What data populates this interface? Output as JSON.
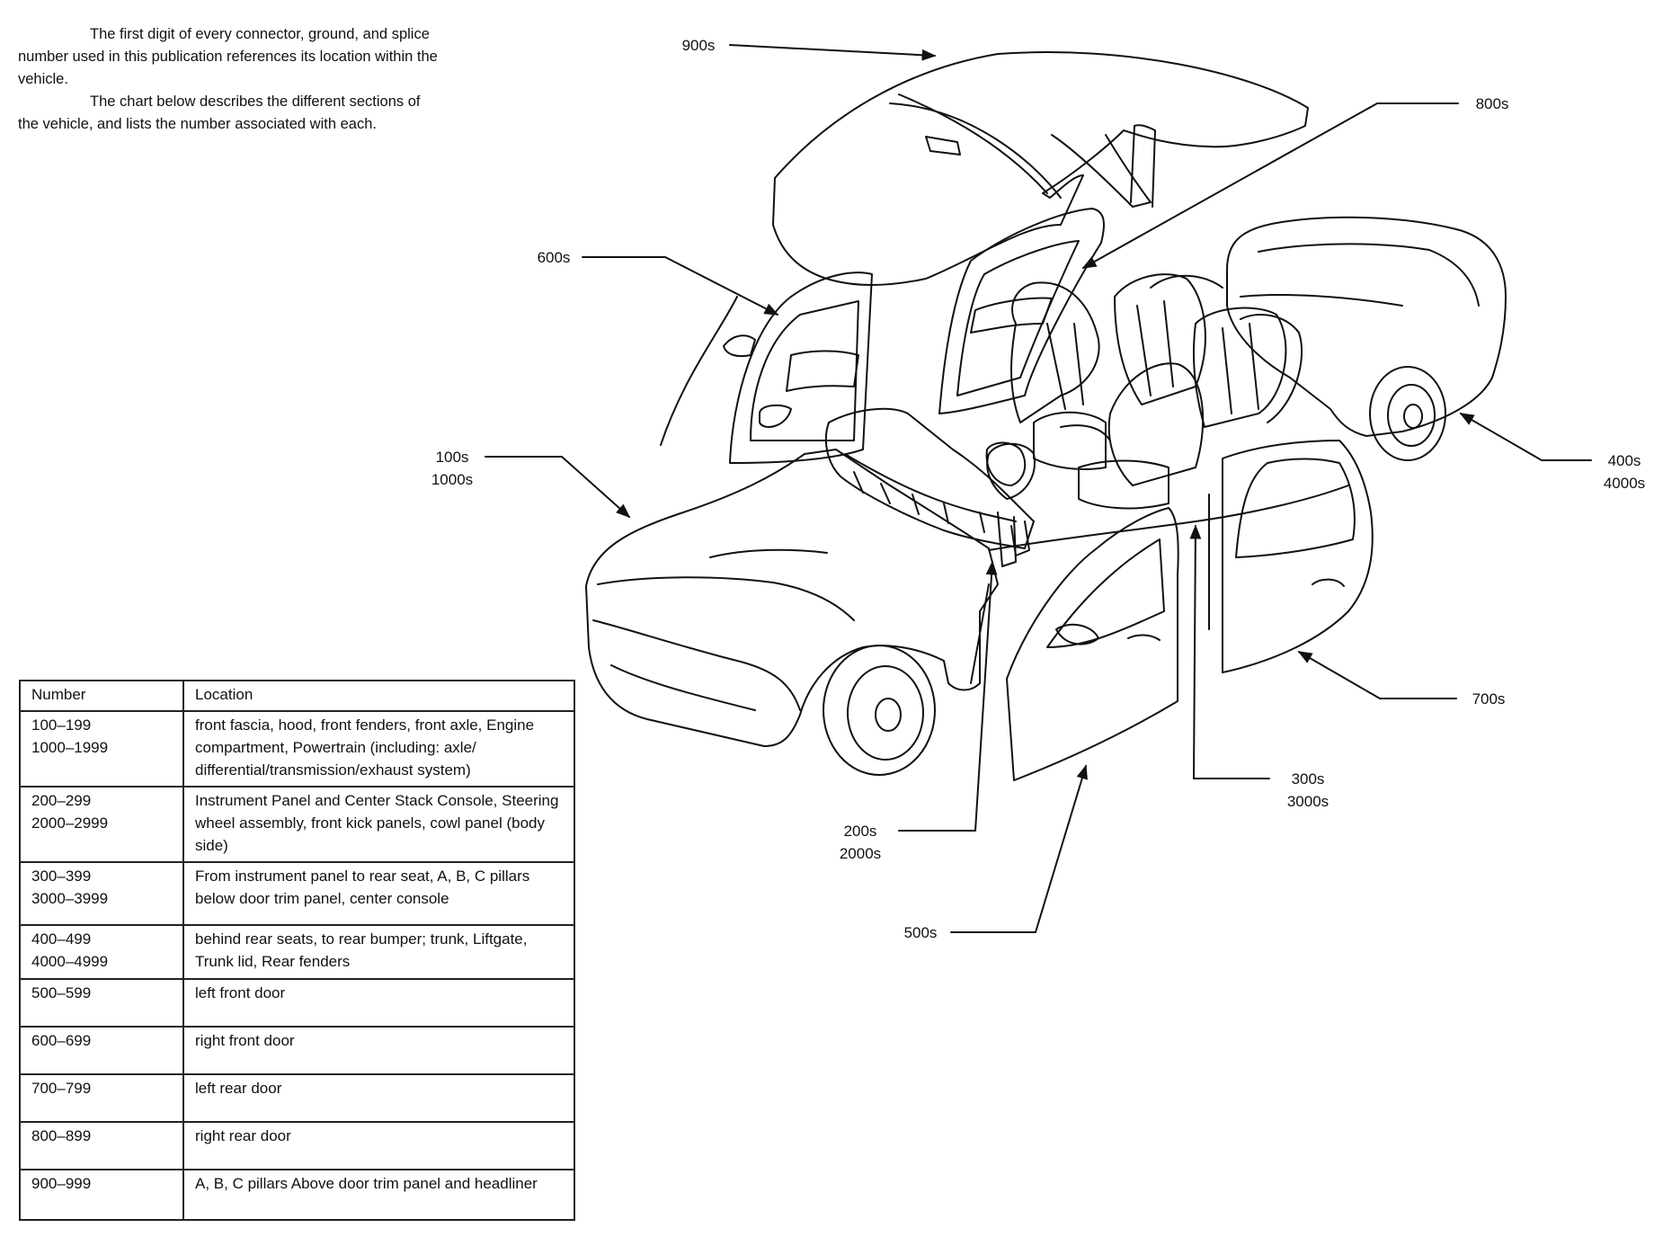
{
  "intro": {
    "paragraph1": "The first digit of every connector, ground, and splice number used in this publication references its location within the vehicle.",
    "paragraph2": "The chart below describes the different sections of the vehicle, and lists the number associated with each."
  },
  "table": {
    "headers": [
      "Number",
      "Location"
    ],
    "rows": [
      {
        "numbers": [
          "100–199",
          "1000–1999"
        ],
        "location": "front fascia, hood, front fenders, front axle, Engine compartment, Powertrain (including: axle/ differential/transmission/exhaust system)"
      },
      {
        "numbers": [
          "200–299",
          "2000–2999"
        ],
        "location": "Instrument Panel and Center Stack Console, Steering wheel assembly, front kick panels, cowl panel (body side)"
      },
      {
        "numbers": [
          "300–399",
          "3000–3999"
        ],
        "location": "From instrument panel to rear seat, A, B, C pillars below door trim panel, center console"
      },
      {
        "numbers": [
          "400–499",
          "4000–4999"
        ],
        "location": "behind rear seats, to rear bumper; trunk, Liftgate, Trunk lid, Rear fenders"
      },
      {
        "numbers": [
          "500–599"
        ],
        "location": "left front door"
      },
      {
        "numbers": [
          "600–699"
        ],
        "location": "right front door"
      },
      {
        "numbers": [
          "700–799"
        ],
        "location": "left rear door"
      },
      {
        "numbers": [
          "800–899"
        ],
        "location": "right rear door"
      },
      {
        "numbers": [
          "900–999"
        ],
        "location": "A, B, C pillars Above door trim panel and headliner"
      }
    ]
  },
  "callouts": {
    "c900": [
      "900s"
    ],
    "c800": [
      "800s"
    ],
    "c600": [
      "600s"
    ],
    "c100": [
      "100s",
      "1000s"
    ],
    "c400": [
      "400s",
      "4000s"
    ],
    "c700": [
      "700s"
    ],
    "c300": [
      "300s",
      "3000s"
    ],
    "c200": [
      "200s",
      "2000s"
    ],
    "c500": [
      "500s"
    ]
  },
  "colors": {
    "ink": "#111111",
    "background": "#ffffff"
  }
}
